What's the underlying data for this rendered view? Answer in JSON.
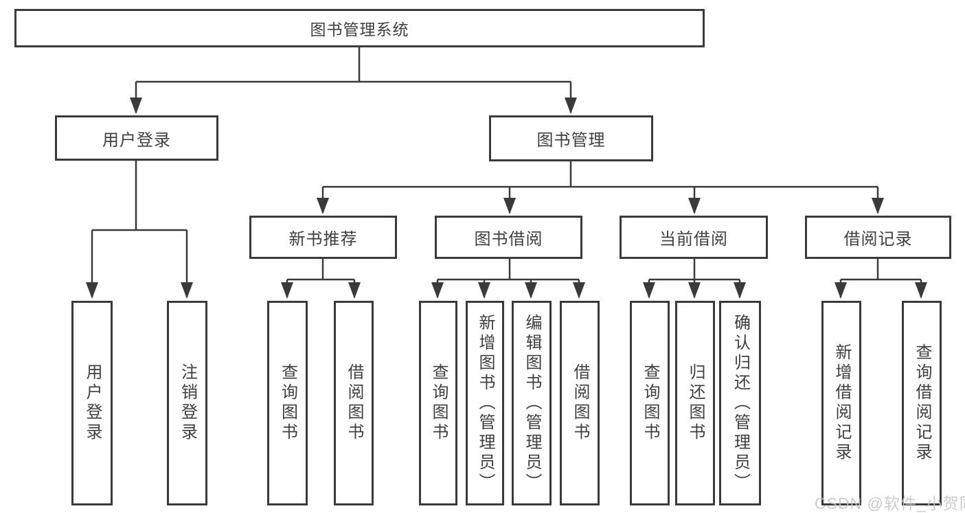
{
  "nodes": {
    "root": "图书管理系统",
    "user_login": "用户登录",
    "book_mgmt": "图书管理",
    "new_book_rec": "新书推荐",
    "book_borrow": "图书借阅",
    "current_borrow": "当前借阅",
    "borrow_record": "借阅记录",
    "leaf_user_login": "用户登录",
    "leaf_logout": "注销登录",
    "leaf_rec_query": "查询图书",
    "leaf_rec_borrow": "借阅图书",
    "leaf_bb_query": "查询图书",
    "leaf_bb_add": "新增图书（管理员）",
    "leaf_bb_edit": "编辑图书（管理员）",
    "leaf_bb_borrow": "借阅图书",
    "leaf_cb_query": "查询图书",
    "leaf_cb_return": "归还图书",
    "leaf_cb_confirm": "确认归还（管理员）",
    "leaf_br_add": "新增借阅记录",
    "leaf_br_query": "查询借阅记录"
  },
  "watermark": "CSDN @软件_小贺同学",
  "colors": {
    "line": "#3a3a3a",
    "text": "#3f3f3f",
    "watermark": "#c4c4c4",
    "background": "#ffffff"
  }
}
